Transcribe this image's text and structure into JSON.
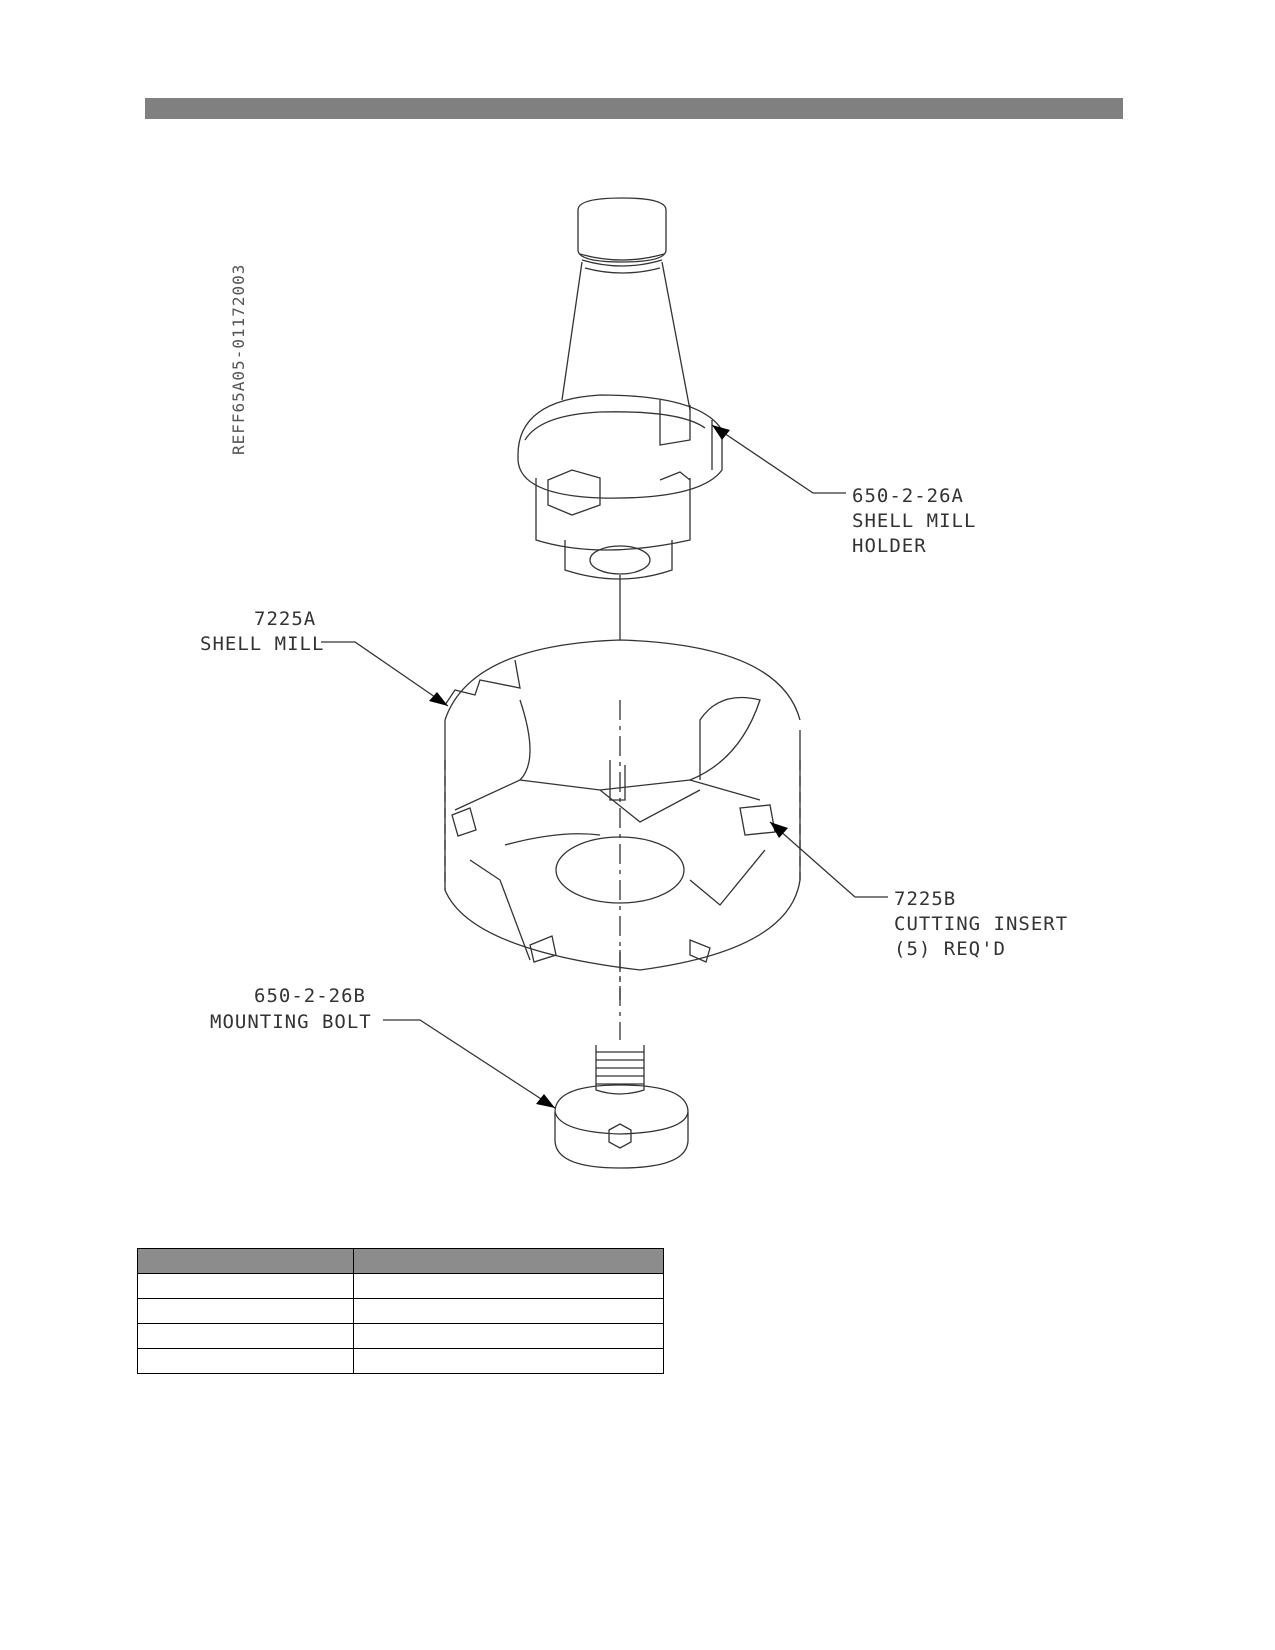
{
  "drawing": {
    "reference_id": "REFF65A05-01172003",
    "callouts": {
      "holder": {
        "part": "650-2-26A",
        "line1": "SHELL MILL",
        "line2": "HOLDER"
      },
      "shell_mill": {
        "part": "7225A",
        "line1": "SHELL MILL"
      },
      "insert": {
        "part": "7225B",
        "line1": "CUTTING INSERT",
        "line2": "(5) REQ'D"
      },
      "bolt": {
        "part": "650-2-26B",
        "line1": "MOUNTING BOLT"
      }
    }
  },
  "parts_table": {
    "headers": [
      "",
      ""
    ],
    "rows": [
      [
        "",
        ""
      ],
      [
        "",
        ""
      ],
      [
        "",
        ""
      ],
      [
        "",
        ""
      ]
    ]
  },
  "colors": {
    "header_bar": "#808080",
    "table_header": "#8c8c8c",
    "line": "#333333"
  }
}
